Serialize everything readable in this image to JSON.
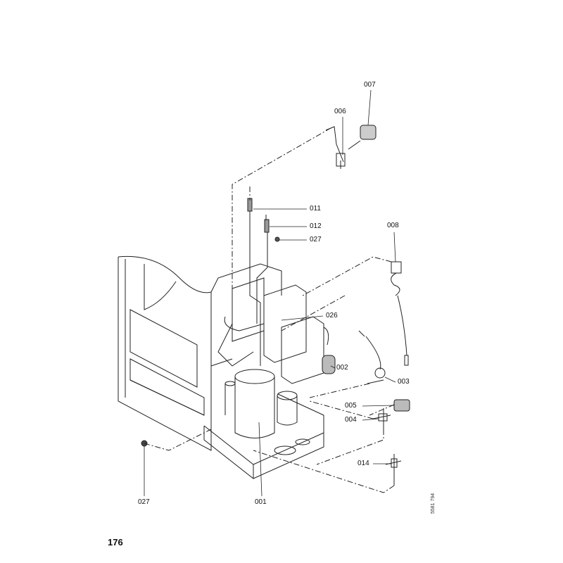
{
  "page_number": "176",
  "drawing_code": "5581 794",
  "callouts": [
    {
      "id": "c007",
      "text": "007"
    },
    {
      "id": "c006",
      "text": "006"
    },
    {
      "id": "c011",
      "text": "011"
    },
    {
      "id": "c012",
      "text": "012"
    },
    {
      "id": "c027a",
      "text": "027"
    },
    {
      "id": "c008",
      "text": "008"
    },
    {
      "id": "c026",
      "text": "026"
    },
    {
      "id": "c002",
      "text": "002"
    },
    {
      "id": "c003",
      "text": "003"
    },
    {
      "id": "c005",
      "text": "005"
    },
    {
      "id": "c004",
      "text": "004"
    },
    {
      "id": "c014",
      "text": "014"
    },
    {
      "id": "c027b",
      "text": "027"
    },
    {
      "id": "c001",
      "text": "001"
    }
  ]
}
